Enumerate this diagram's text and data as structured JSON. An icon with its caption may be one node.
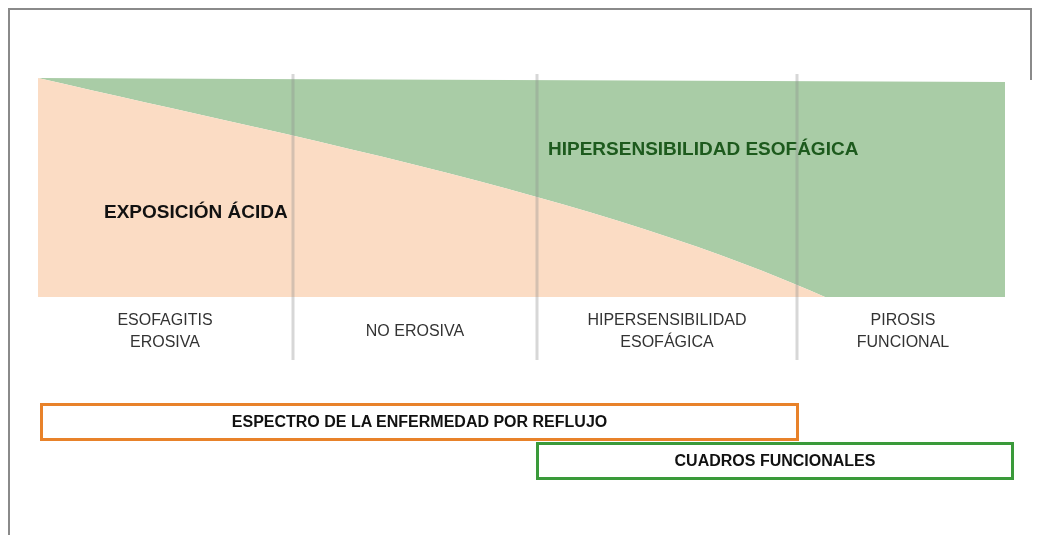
{
  "diagram": {
    "nodes": [
      {
        "text": [
          "EXPOSICIÓN ÁCIDA"
        ]
      },
      {
        "text": [
          "HIPERSENSIBILIDAD ESOFÁGICA"
        ]
      },
      {
        "text": [
          "ESPECTRO DE LA ENFERMEDAD POR REFLUJO"
        ]
      },
      {
        "text": [
          "CUADROS FUNCIONALES"
        ]
      }
    ],
    "labels": [
      "ESOFAGITIS EROSIVA",
      "NO EROSIVA",
      "HIPERSENSIBILIDAD ESOFÁGICA",
      "PIROSIS FUNCIONAL"
    ]
  }
}
